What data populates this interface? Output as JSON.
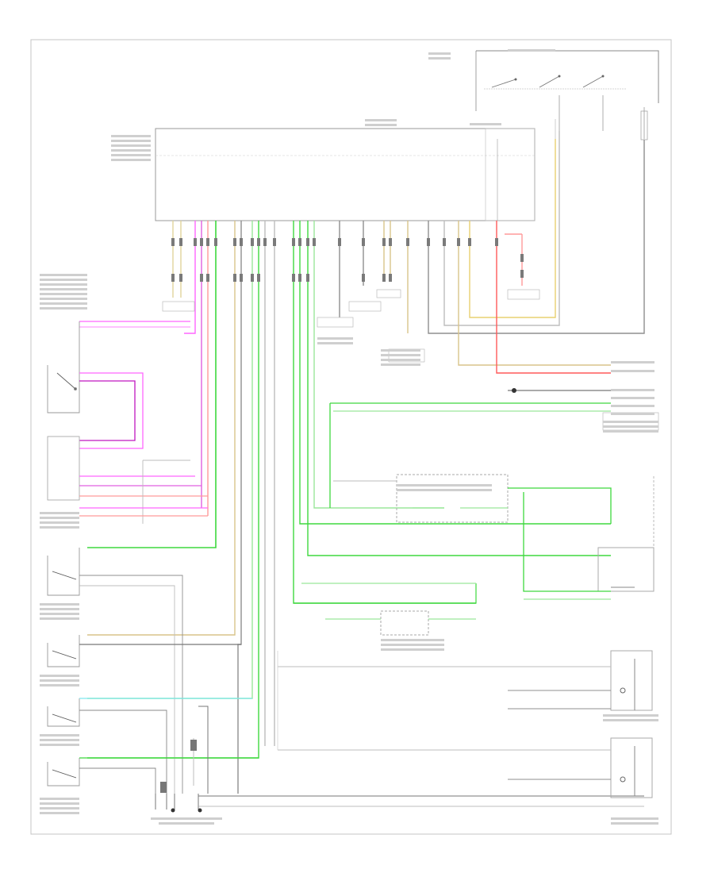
{
  "diagram": {
    "footer_code": "",
    "colors": {
      "black": "#444444",
      "gray": "#9a9a9a",
      "light_gray": "#bdbdbd",
      "green": "#2fd12f",
      "light_green": "#9be79b",
      "pink": "#ff44ff",
      "magenta": "#c018c0",
      "yellow": "#e8e070",
      "tan": "#d9c48a",
      "red": "#ff5a5a",
      "light_red": "#ff9a9a",
      "cyan": "#7fe8ef"
    },
    "components": [
      {
        "id": "body-control-module",
        "label": ""
      },
      {
        "id": "ignition-switch",
        "label": ""
      },
      {
        "id": "hot-at-all-times-fuse",
        "label": ""
      },
      {
        "id": "hot-in-run-fuse",
        "label": ""
      },
      {
        "id": "ground-distribution",
        "label": ""
      },
      {
        "id": "data-link-connector",
        "label": ""
      },
      {
        "id": "left-rear-door-switch",
        "label": ""
      },
      {
        "id": "door-lock-switch",
        "label": ""
      },
      {
        "id": "liftgate-switch",
        "label": ""
      },
      {
        "id": "driver-door-switch",
        "label": ""
      },
      {
        "id": "passenger-door-switch",
        "label": ""
      },
      {
        "id": "left-front-door-switch",
        "label": ""
      },
      {
        "id": "right-rear-door-switch",
        "label": ""
      },
      {
        "id": "splice-connector",
        "label": ""
      },
      {
        "id": "front-entry-module",
        "label": ""
      },
      {
        "id": "rear-entry-module",
        "label": ""
      },
      {
        "id": "power-distribution-center",
        "label": ""
      },
      {
        "id": "driver-door-lamp",
        "label": ""
      },
      {
        "id": "passenger-door-lamp",
        "label": ""
      },
      {
        "id": "radio",
        "label": ""
      },
      {
        "id": "instrument-cluster",
        "label": ""
      }
    ]
  }
}
